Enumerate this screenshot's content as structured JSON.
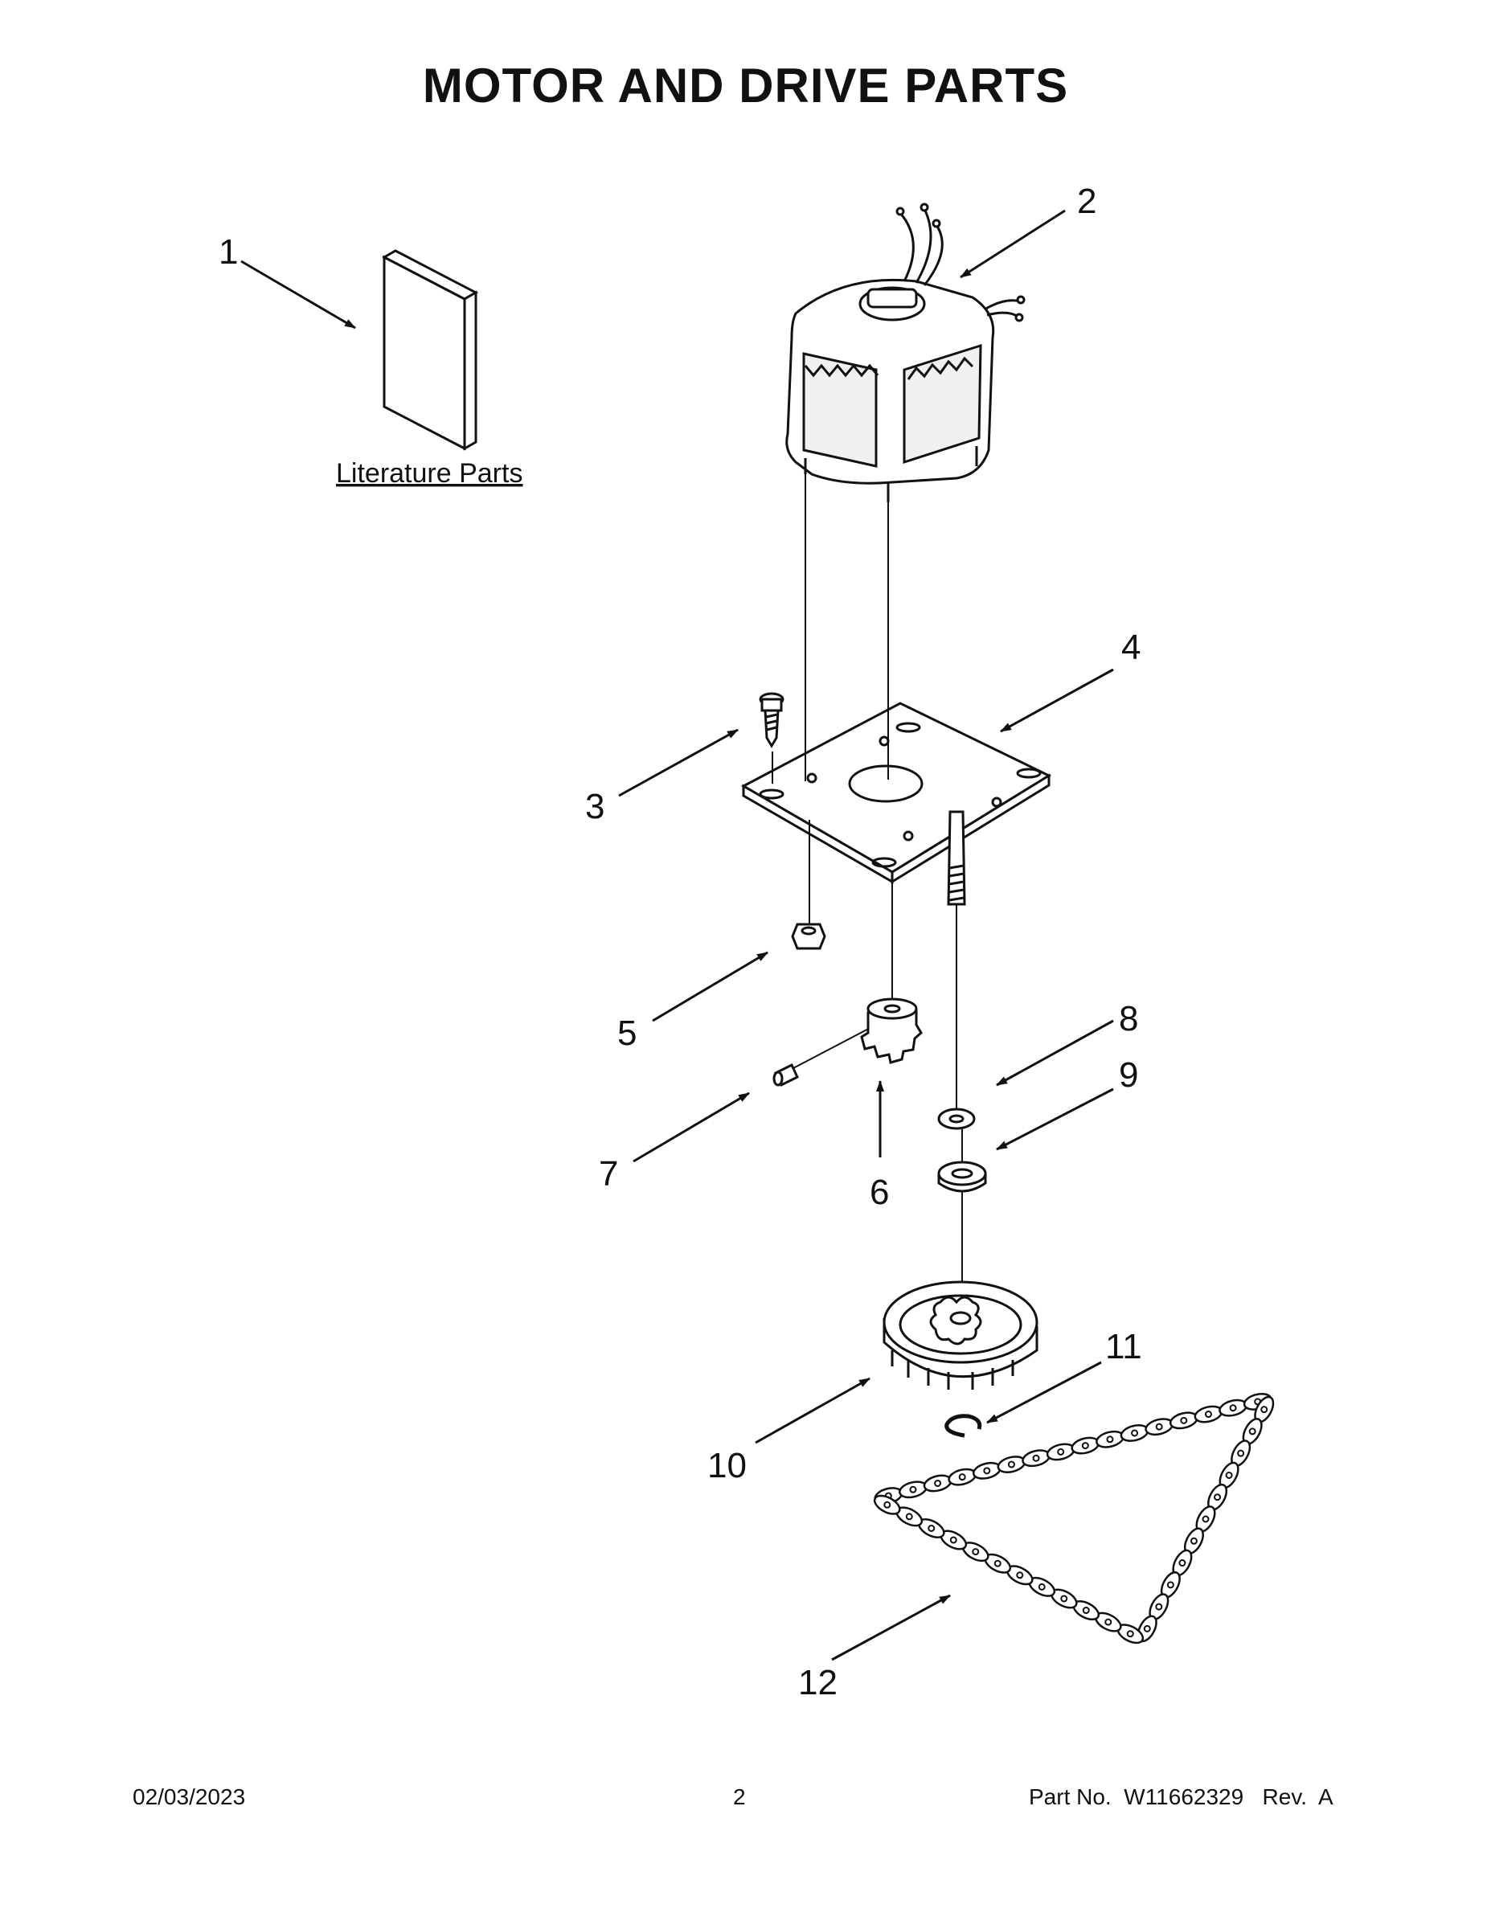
{
  "title": "MOTOR AND DRIVE PARTS",
  "literature_label": "Literature Parts",
  "callouts": {
    "c1": "1",
    "c2": "2",
    "c3": "3",
    "c4": "4",
    "c5": "5",
    "c6": "6",
    "c7": "7",
    "c8": "8",
    "c9": "9",
    "c10": "10",
    "c11": "11",
    "c12": "12"
  },
  "footer": {
    "date": "02/03/2023",
    "page": "2",
    "part": "Part No.  W11662329   Rev.  A"
  }
}
